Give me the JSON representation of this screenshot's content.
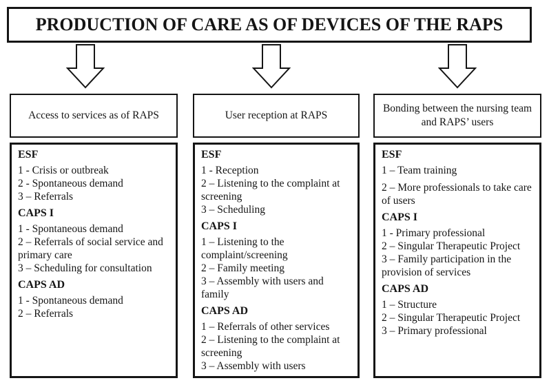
{
  "title": "PRODUCTION OF CARE AS OF DEVICES OF THE RAPS",
  "columns": [
    {
      "header": "Access to services as of RAPS",
      "sections": [
        {
          "heading": "ESF",
          "items": [
            "1 - Crisis or outbreak",
            "2 - Spontaneous demand",
            "3 – Referrals"
          ]
        },
        {
          "heading": "CAPS I",
          "items": [
            "1 - Spontaneous demand",
            "2 – Referrals of social service and\nprimary care",
            "3 – Scheduling for consultation"
          ]
        },
        {
          "heading": "CAPS AD",
          "items": [
            "1 - Spontaneous demand",
            "2 – Referrals"
          ]
        }
      ]
    },
    {
      "header": "User reception at RAPS",
      "sections": [
        {
          "heading": "ESF",
          "items": [
            "1 - Reception",
            "2 – Listening to the complaint at\nscreening",
            "3 – Scheduling"
          ]
        },
        {
          "heading": "CAPS I",
          "items": [
            "1 – Listening to the\ncomplaint/screening",
            "2 – Family meeting",
            "3 – Assembly with users and\nfamily"
          ]
        },
        {
          "heading": "CAPS AD",
          "items": [
            "1 – Referrals of other services",
            "2 – Listening to the complaint at\nscreening",
            "3 – Assembly with users"
          ]
        }
      ]
    },
    {
      "header": "Bonding between the nursing team\nand RAPS’ users",
      "sections": [
        {
          "heading": "ESF",
          "items": [
            "1 – Team training",
            "2 – More professionals to take care\nof users"
          ]
        },
        {
          "heading": "CAPS I",
          "items": [
            "1 - Primary professional",
            "2 – Singular Therapeutic Project",
            "3 – Family participation in the\nprovision of services"
          ]
        },
        {
          "heading": "CAPS AD",
          "items": [
            "1 – Structure",
            "2 – Singular Therapeutic Project",
            "3 – Primary professional"
          ]
        }
      ]
    }
  ]
}
